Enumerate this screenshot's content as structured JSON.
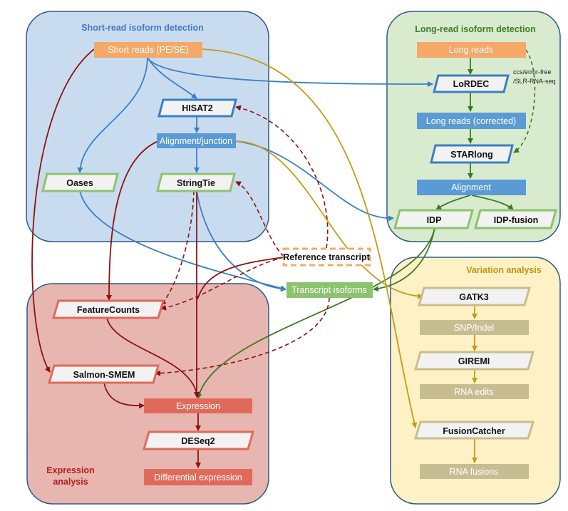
{
  "panels": {
    "short_read": {
      "title": "Short-read isoform detection",
      "color": "#3E7BC0"
    },
    "long_read": {
      "title": "Long-read isoform detection",
      "color": "#3F7D23"
    },
    "variation": {
      "title": "Variation analysis",
      "color": "#C69214"
    },
    "expression": {
      "title_line1": "Expression",
      "title_line2": "analysis",
      "color": "#B11E1E"
    }
  },
  "nodes": {
    "short_reads": "Short reads (PE/SE)",
    "hisat2": "HISAT2",
    "alignment_junction": "Alignment/junction",
    "oases": "Oases",
    "stringtie": "StringTie",
    "long_reads": "Long reads",
    "lordec": "LoRDEC",
    "long_reads_corrected": "Long reads (corrected)",
    "starlong": "STARlong",
    "alignment": "Alignment",
    "idp": "IDP",
    "idp_fusion": "IDP-fusion",
    "reference_transcript": "Reference transcript",
    "transcript_isoforms": "Transcript isoforms",
    "featurecounts": "FeatureCounts",
    "salmon_smem": "Salmon-SMEM",
    "expression": "Expression",
    "deseq2": "DESeq2",
    "differential_expression": "Differential expression",
    "gatk3": "GATK3",
    "snp_indel": "SNP/Indel",
    "giremi": "GIREMI",
    "rna_edits": "RNA edits",
    "fusioncatcher": "FusionCatcher",
    "rna_fusions": "RNA fusions"
  },
  "notes": {
    "ccs_line1": "ccs/error-free",
    "ccs_line2": "/SLR-RNA-seq"
  },
  "colors": {
    "blue_arrow": "#3A7FC4",
    "green_arrow": "#3B7A1F",
    "darkred_arrow": "#8E1111",
    "gold_arrow": "#C89A14",
    "orange_fill": "#F5A868",
    "blue_fill": "#5B9BD5",
    "green_fill": "#8DC26F",
    "red_fill": "#E06A5A",
    "tan_fill": "#C8BC92"
  }
}
